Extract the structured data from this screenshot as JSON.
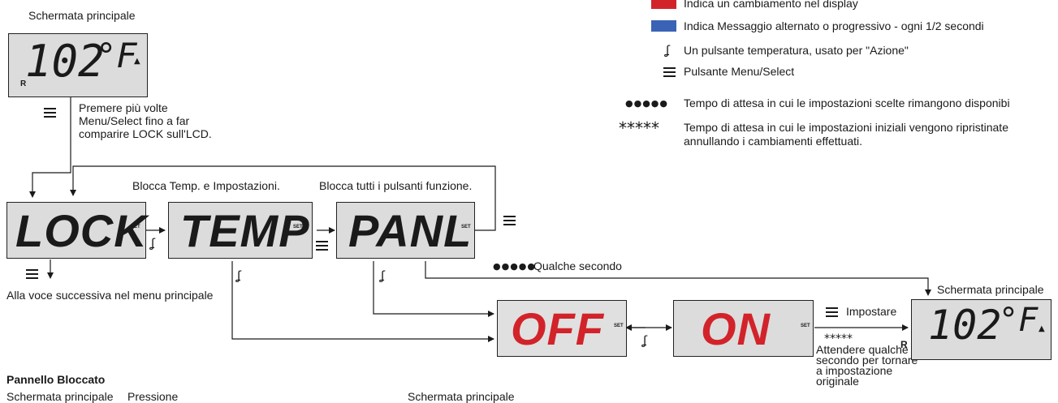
{
  "legend": {
    "red_text": "Indica un cambiamento nel display",
    "blue_text": "Indica Messaggio alternato o progressivo - ogni 1/2 secondi",
    "temp_button_text": "Un pulsante temperatura, usato per \"Azione\"",
    "menu_button_text": "Pulsante Menu/Select",
    "dots_text": "Tempo di attesa in cui le impostazioni scelte rimangono disponibi",
    "stars_text_line1": "Tempo di attesa in cui le impostazioni iniziali vengono ripristinate",
    "stars_text_line2": "annullando i cambiamenti effettuati.",
    "red_color": "#d2232a",
    "blue_color": "#3b63b5"
  },
  "main_screen": {
    "title": "Schermata principale",
    "display": "102",
    "unit": "°F",
    "r_label": "R"
  },
  "instruction": {
    "line1": "Premere più volte",
    "line2": "Menu/Select fino a far",
    "line3": "comparire LOCK sull'LCD."
  },
  "lock_desc": {
    "temp": "Blocca Temp. e Impostazioni.",
    "panel": "Blocca tutti i pulsanti funzione."
  },
  "displays": {
    "lock": "LOCK",
    "temp": "TEMP",
    "panl": "PANL",
    "off": "OFF",
    "on": "ON",
    "set": "SET"
  },
  "next_item": "Alla voce successiva nel menu principale",
  "few_seconds": "Qualche secondo",
  "dots_symbol": "●●●●●",
  "stars_symbol": "*****",
  "result_screen": {
    "title": "Schermata principale",
    "display": "102",
    "unit": "°F",
    "r_label": "R"
  },
  "set_label": "Impostare",
  "wait": {
    "line1": "Attendere qualche",
    "line2": "secondo per tornare",
    "line3": "a impostazione",
    "line4": "originale"
  },
  "bottom": {
    "heading": "Pannello Bloccato",
    "col1": "Schermata principale",
    "col2": "Pressione",
    "col3": "Schermata principale"
  },
  "icons": {
    "menu": "menu-select-icon",
    "temp": "temperature-button-icon",
    "thermometer": "thermometer-icon"
  }
}
